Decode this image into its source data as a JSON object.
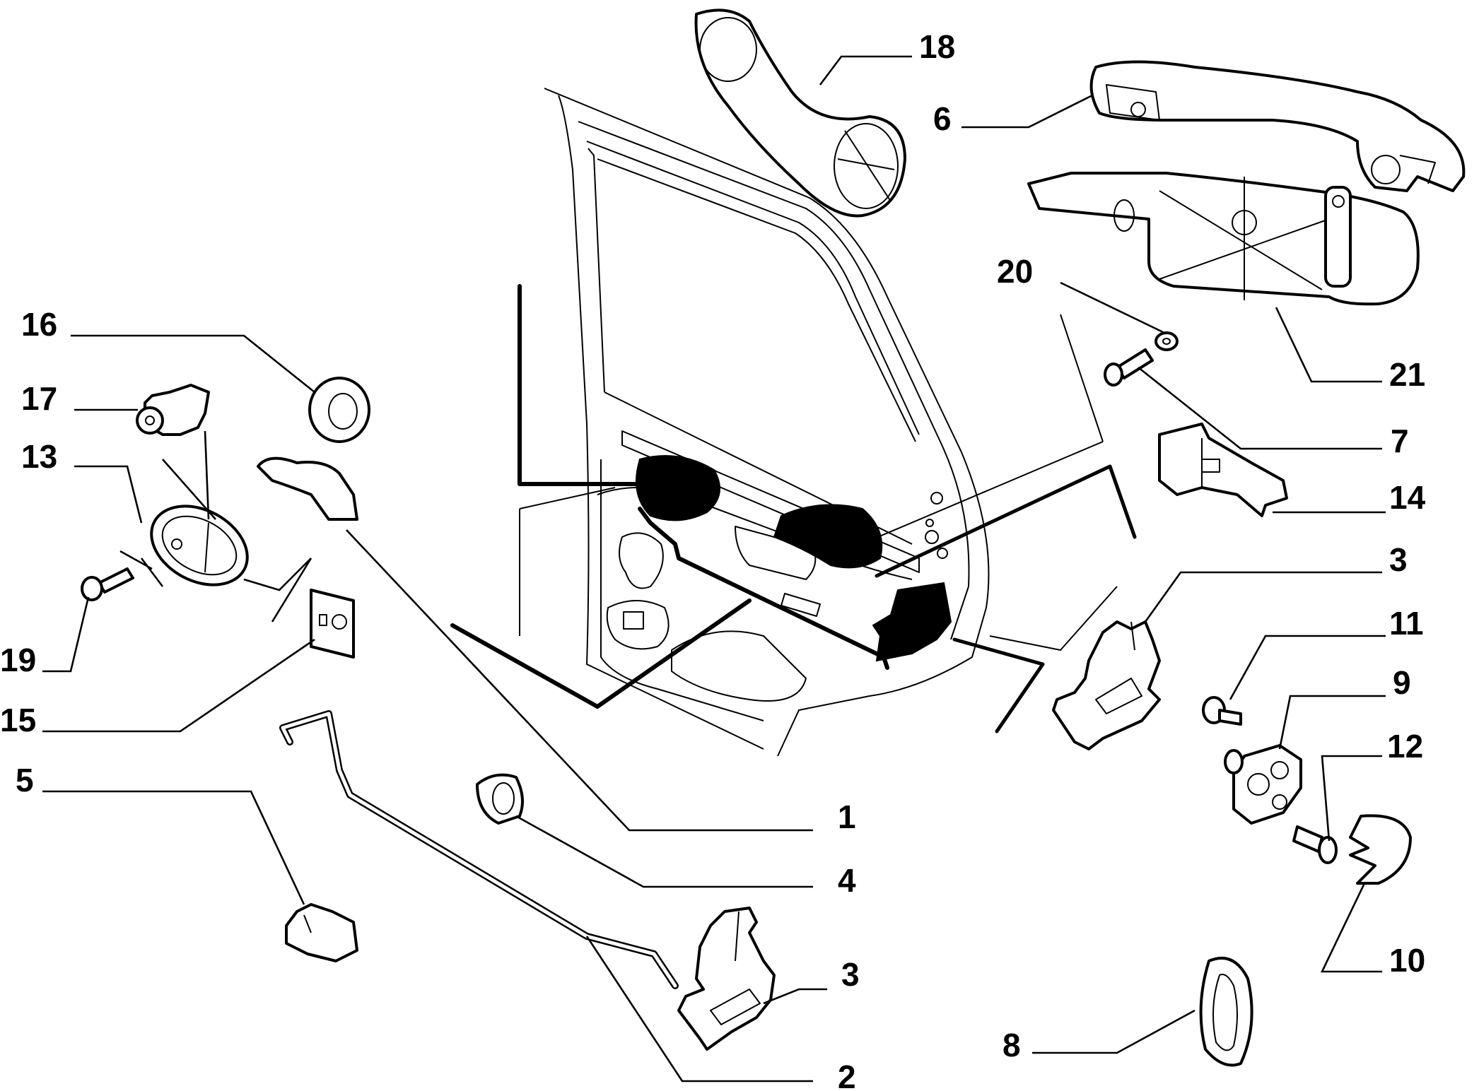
{
  "labels": {
    "n1": "1",
    "n2": "2",
    "n3a": "3",
    "n3b": "3",
    "n4": "4",
    "n5": "5",
    "n6": "6",
    "n7": "7",
    "n8": "8",
    "n9": "9",
    "n10": "10",
    "n11": "11",
    "n12": "12",
    "n13": "13",
    "n14": "14",
    "n15": "15",
    "n16": "16",
    "n17": "17",
    "n18": "18",
    "n19": "19",
    "n20": "20",
    "n21": "21"
  }
}
